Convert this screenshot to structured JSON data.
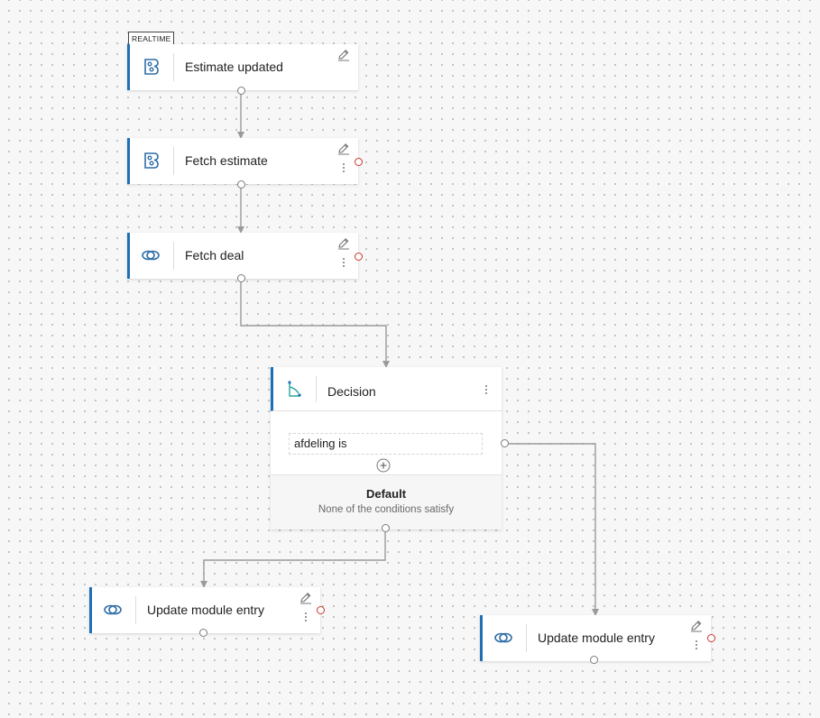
{
  "trigger": {
    "tag": "REALTIME",
    "title": "Estimate updated",
    "icon": "bigin-app-icon"
  },
  "nodes": {
    "fetch_estimate": {
      "title": "Fetch estimate",
      "icon": "bigin-app-icon"
    },
    "fetch_deal": {
      "title": "Fetch deal",
      "icon": "crm-link-icon"
    },
    "update_left": {
      "title": "Update module entry",
      "icon": "crm-link-icon"
    },
    "update_right": {
      "title": "Update module entry",
      "icon": "crm-link-icon"
    }
  },
  "decision": {
    "title": "Decision",
    "condition": "afdeling is",
    "default_title": "Default",
    "default_subtitle": "None of the conditions satisfy"
  },
  "colors": {
    "accent": "#1f6fb5",
    "error_port": "#c9352b",
    "connector": "#9a9a9a",
    "icon": "#2f6ea8",
    "decision_icon": "#2aa6a0"
  }
}
